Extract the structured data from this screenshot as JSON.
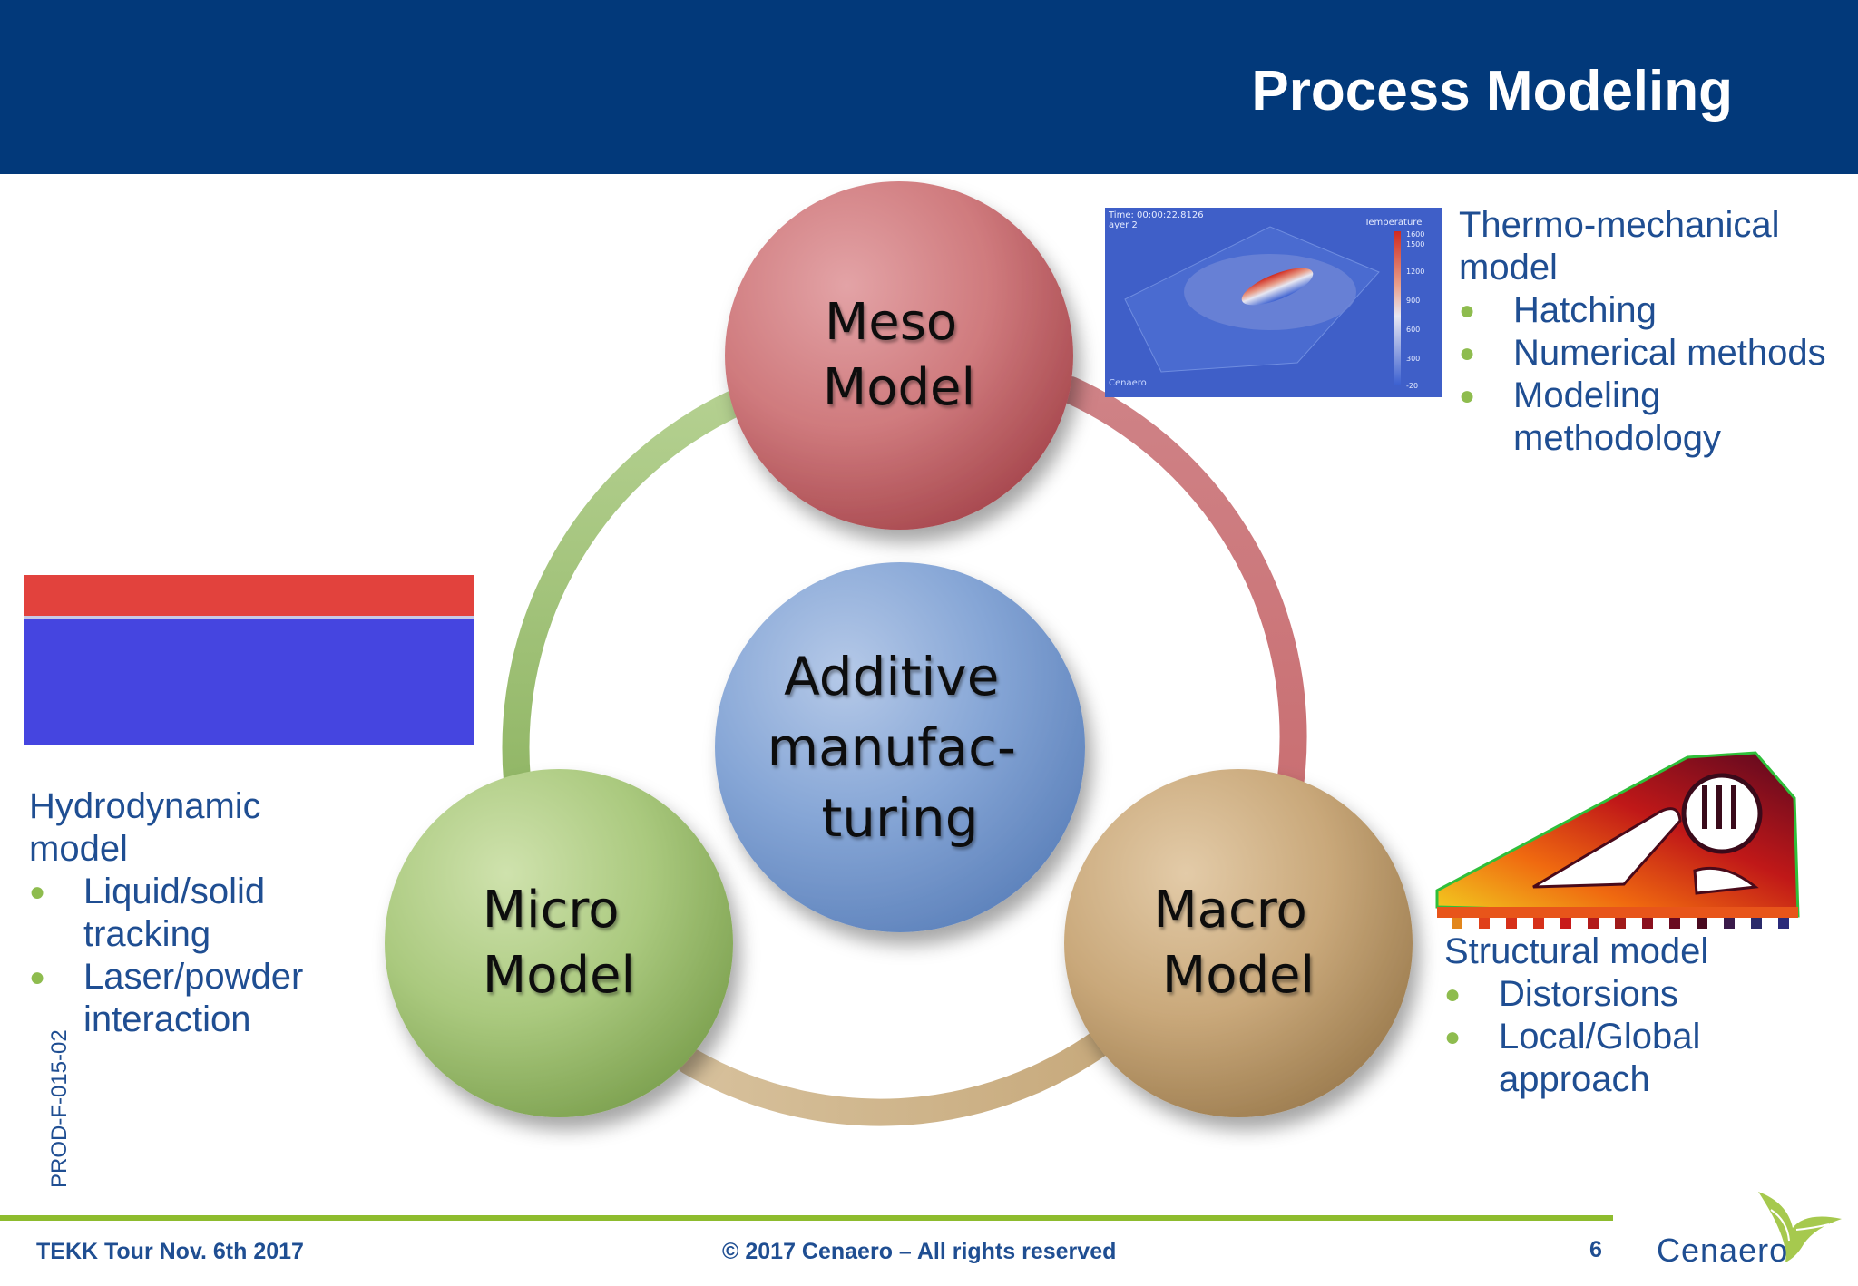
{
  "header": {
    "title": "Process Modeling"
  },
  "diagram": {
    "center": {
      "lines": [
        "Additive",
        "manufac-",
        "turing"
      ]
    },
    "nodes": [
      {
        "id": "meso",
        "lines": [
          "Meso",
          "Model"
        ]
      },
      {
        "id": "micro",
        "lines": [
          "Micro",
          "Model"
        ]
      },
      {
        "id": "macro",
        "lines": [
          "Macro",
          "Model"
        ]
      }
    ]
  },
  "thermo": {
    "heading_lines": [
      "Thermo-mechanical",
      "model"
    ],
    "items": [
      "Hatching",
      "Numerical methods",
      "Modeling methodology"
    ]
  },
  "thermo_image": {
    "time_label": "Time: 00:00:22.8126",
    "layer_label": "ayer 2",
    "legend_title": "Temperature",
    "legend_ticks": [
      "1600",
      "1500",
      "1200",
      "900",
      "600",
      "300",
      "-20"
    ],
    "brand": "Cenaero"
  },
  "hydro": {
    "heading_lines": [
      "Hydrodynamic",
      "model"
    ],
    "items": [
      "Liquid/solid tracking",
      "Laser/powder interaction"
    ]
  },
  "structural": {
    "heading": "Structural model",
    "items": [
      "Distorsions",
      "Local/Global approach"
    ]
  },
  "doc_code": "PROD-F-015-02",
  "footer": {
    "left": "TEKK Tour Nov. 6th 2017",
    "center": "© 2017 Cenaero – All rights reserved",
    "page": "6",
    "logo_text": "Cenaero"
  },
  "colors": {
    "header_bg": "#02397a",
    "text_blue": "#1f4e92",
    "bullet_green": "#8ebc4e",
    "footer_line": "#8ebc2e",
    "meso": "#c8686c",
    "micro": "#9fc06e",
    "macro": "#c4a476",
    "center": "#7b9fd0"
  }
}
